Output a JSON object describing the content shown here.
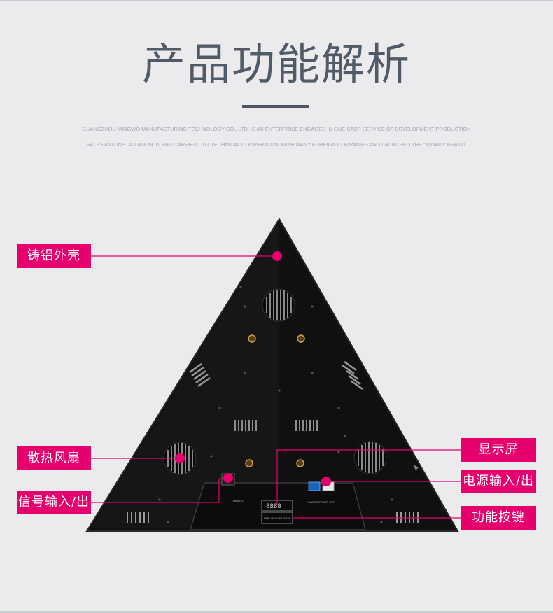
{
  "header": {
    "title": "产品功能解析",
    "description_line1": "GUANGZHOU MINGWO MANUFACTURING TECHNOLOGY CO., LTD. IS AN ENTERPRISE ENGAGED IN ONE-STOP SERVICE OF DEVELOPMENT PRODUCTION",
    "description_line2": "SALES AND INSTALLATION. IT HAS CARRIED OUT TECHNICAL  COOPERATION WITH MANY FOREIGN  COMPANIES AND LAUNCHED THE \"MINWO\" BRAND."
  },
  "callouts": {
    "housing": "铸铝外壳",
    "fan": "散热风扇",
    "signal": "信号输入/出",
    "display": "显示屏",
    "power": "电源输入/出",
    "buttons": "功能按键"
  },
  "device": {
    "display_digits": "8888",
    "power_in_label": "POWER IN",
    "power_out_label": "POWER OUT",
    "dmx_label": "DMX OUT",
    "button_labels": "MENU UP DOWN ENTER"
  },
  "colors": {
    "background": "#ebebed",
    "accent": "#e5006d",
    "title": "#515a67",
    "panel": "#111111"
  }
}
